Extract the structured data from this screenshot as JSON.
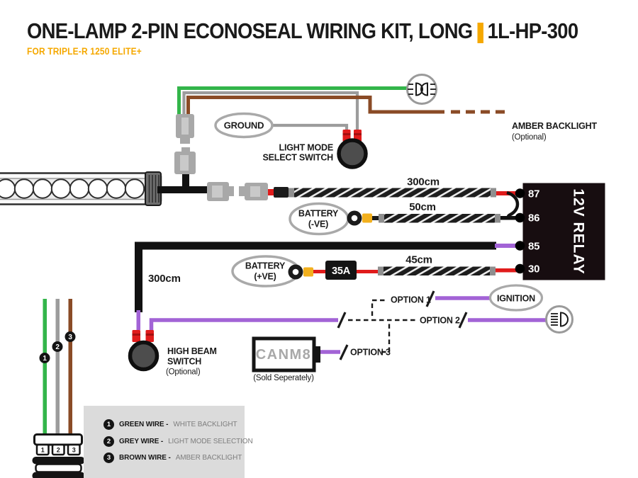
{
  "header": {
    "title": "ONE-LAMP 2-PIN ECONOSEAL WIRING KIT, LONG",
    "separator": "|",
    "code": "1L-HP-300",
    "subtitle": "FOR TRIPLE-R 1250 ELITE+"
  },
  "colors": {
    "accent_orange": "#F5A800",
    "green_wire": "#33B54A",
    "grey_wire": "#9C9C9C",
    "brown_wire": "#8A4B26",
    "red_wire": "#E01B1B",
    "purple_wire": "#A263D6",
    "yellow_crimp": "#F2B01E",
    "relay_body": "#170D10",
    "legend_bg": "#DBDBDB"
  },
  "diagram": {
    "ground_label": "GROUND",
    "light_mode_switch": {
      "line1": "LIGHT MODE",
      "line2": "SELECT SWITCH"
    },
    "amber_backlight": {
      "label": "AMBER BACKLIGHT",
      "note": "(Optional)"
    },
    "battery_negative": {
      "line1": "BATTERY",
      "line2": "(-VE)"
    },
    "battery_positive": {
      "line1": "BATTERY",
      "line2": "(+VE)"
    },
    "fuse_label": "35A",
    "relay": {
      "label": "12V RELAY",
      "terminals": [
        "87",
        "86",
        "85",
        "30"
      ]
    },
    "cable_lengths": {
      "top": "300cm",
      "middle": "50cm",
      "bottom": "45cm",
      "left": "300cm"
    },
    "options": {
      "option1": "OPTION 1",
      "option2": "OPTION 2",
      "option3": "OPTION 3"
    },
    "ignition_label": "IGNITION",
    "canm8": {
      "label": "CANM8",
      "note": "(Sold Seperately)"
    },
    "high_beam_switch": {
      "line1": "HIGH BEAM",
      "line2": "SWITCH",
      "line3": "(Optional)"
    },
    "wire_pins": [
      "1",
      "2",
      "3"
    ]
  },
  "legend": {
    "items": [
      {
        "num": "1",
        "name": "GREEN WIRE -",
        "desc": "WHITE BACKLIGHT"
      },
      {
        "num": "2",
        "name": "GREY WIRE -",
        "desc": "LIGHT MODE SELECTION"
      },
      {
        "num": "3",
        "name": "BROWN WIRE -",
        "desc": "AMBER BACKLIGHT"
      }
    ]
  }
}
